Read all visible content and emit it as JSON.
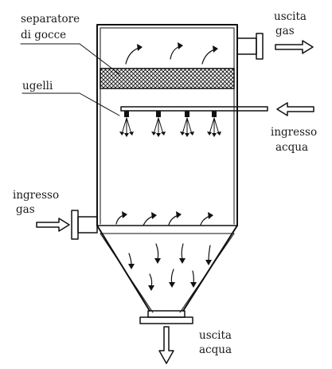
{
  "labels": {
    "separatore_line1": "separatore",
    "separatore_line2": "di gocce",
    "ugelli": "ugelli",
    "uscita_gas_line1": "uscita",
    "uscita_gas_line2": "gas",
    "ingresso_acqua_line1": "ingresso",
    "ingresso_acqua_line2": "acqua",
    "ingresso_gas_line1": "ingresso",
    "ingresso_gas_line2": "gas",
    "uscita_acqua_line1": "uscita",
    "uscita_acqua_line2": "acqua"
  },
  "colors": {
    "ink": "#111111",
    "paper": "#ffffff"
  }
}
